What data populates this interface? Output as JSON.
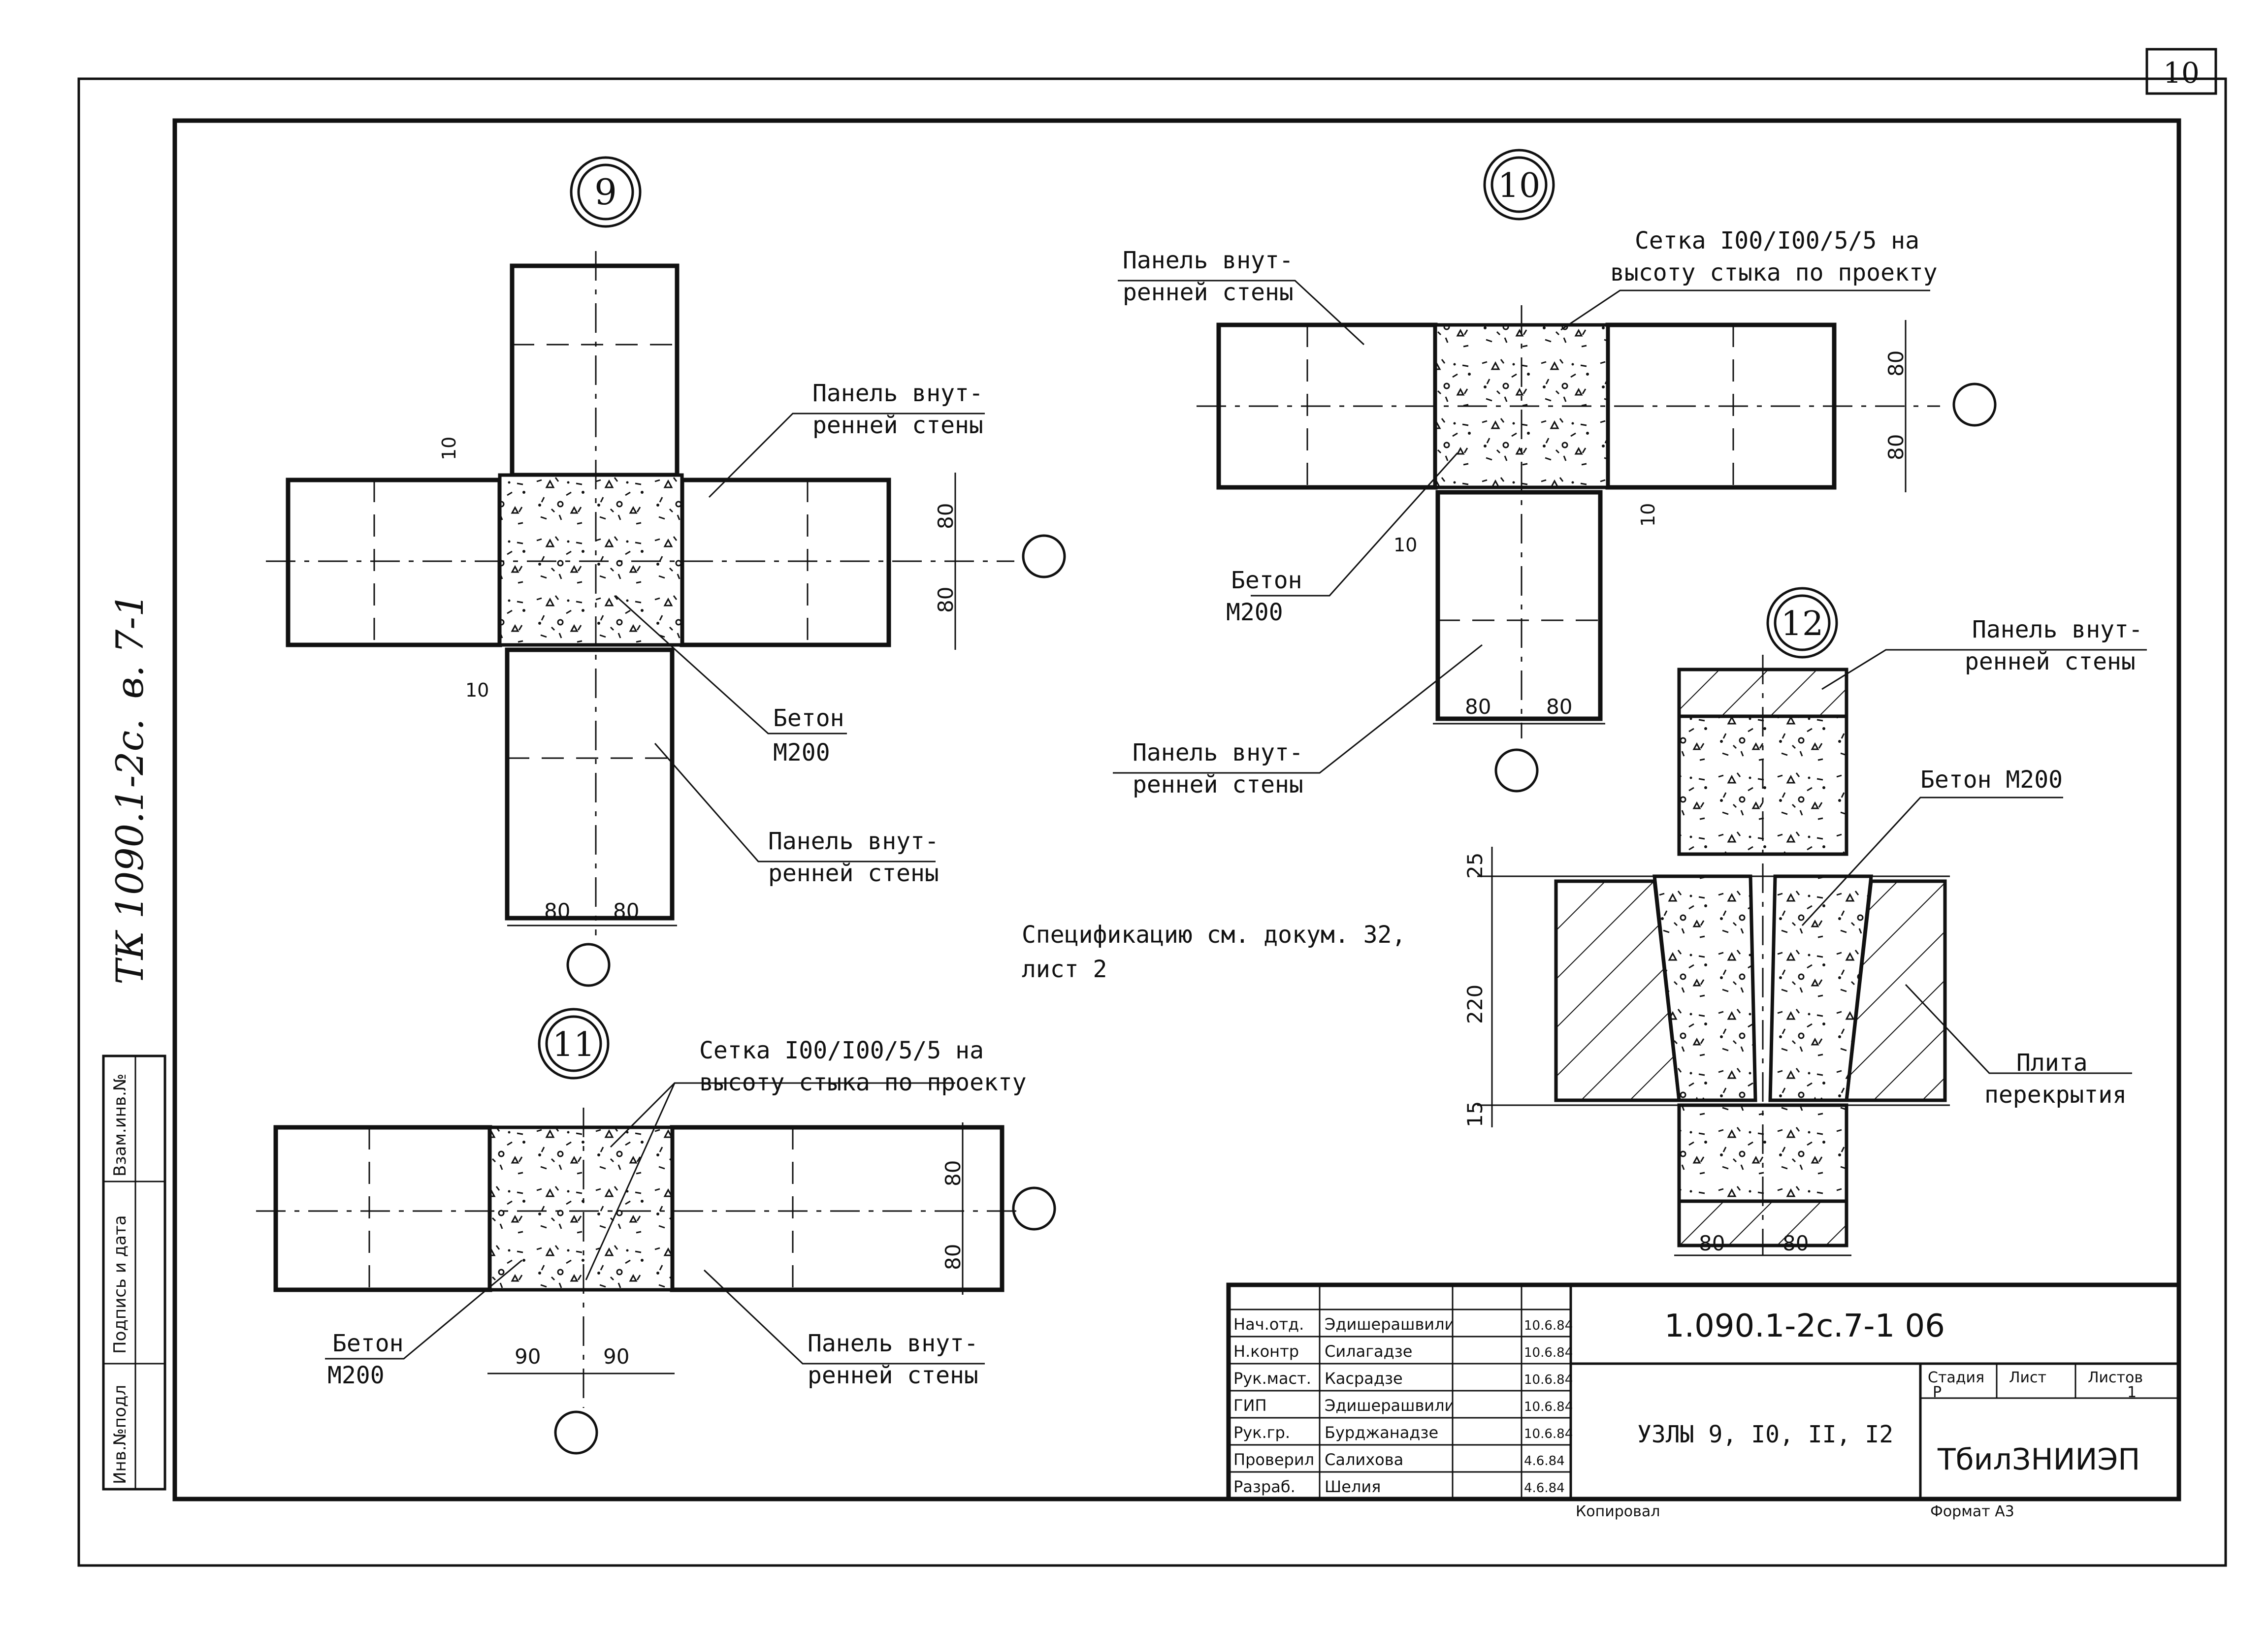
{
  "sheet": {
    "sheet_number": "10",
    "side_code": "ТК 1090.1-2с.",
    "side_code_2": "в. 7-1",
    "note_line1": "Спецификацию см. докум. 32,",
    "note_line2": "лист 2"
  },
  "node9": {
    "number": "9",
    "panel_label_l1": "Панель внут-",
    "panel_label_l2": "ренней стены",
    "concrete_l1": "Бетон",
    "concrete_l2": "М200",
    "panel2_l1": "Панель внут-",
    "panel2_l2": "ренней стены",
    "dim_80": "80",
    "dim_10": "10"
  },
  "node10": {
    "number": "10",
    "panel_label_l1": "Панель внут-",
    "panel_label_l2": "ренней стены",
    "mesh_l1": "Сетка I00/I00/5/5 на",
    "mesh_l2": "высоту стыка по проекту",
    "concrete_l1": "Бетон",
    "concrete_l2": "М200",
    "panel2_l1": "Панель внут-",
    "panel2_l2": "ренней стены",
    "dim_80": "80",
    "dim_10": "10"
  },
  "node11": {
    "number": "11",
    "mesh_l1": "Сетка I00/I00/5/5 на",
    "mesh_l2": "высоту стыка по проекту",
    "concrete_l1": "Бетон",
    "concrete_l2": "М200",
    "panel_label_l1": "Панель внут-",
    "panel_label_l2": "ренней стены",
    "dim_80": "80",
    "dim_90": "90"
  },
  "node12": {
    "number": "12",
    "panel_label_l1": "Панель внут-",
    "panel_label_l2": "ренней стены",
    "concrete": "Бетон М200",
    "slab_l1": "Плита",
    "slab_l2": "перекрытия",
    "dim_25": "25",
    "dim_220": "220",
    "dim_15": "15",
    "dim_80": "80"
  },
  "stamp": {
    "doc_code": "1.090.1-2с.7-1  06",
    "title": "УЗЛЫ 9, I0, II, I2",
    "org": "ТбилЗНИИЭП",
    "stage_header": "Стадия",
    "sheet_header": "Лист",
    "sheets_header": "Листов",
    "stage_value": "Р",
    "sheets_value": "1",
    "copied": "Копировал",
    "format": "Формат А3",
    "rows": [
      {
        "role": "Нач.отд.",
        "name": "Эдишерашвили",
        "date": "10.6.84"
      },
      {
        "role": "Н.контр",
        "name": "Силагадзе",
        "date": "10.6.84"
      },
      {
        "role": "Рук.маст.",
        "name": "Касрадзе",
        "date": "10.6.84"
      },
      {
        "role": "ГИП",
        "name": "Эдишерашвили",
        "date": "10.6.84"
      },
      {
        "role": "Рук.гр.",
        "name": "Бурджанадзе",
        "date": "10.6.84"
      },
      {
        "role": "Проверил",
        "name": "Салихова",
        "date": "4.6.84"
      },
      {
        "role": "Разраб.",
        "name": "Шелия",
        "date": "4.6.84"
      }
    ]
  },
  "side_table": {
    "col1": "Взам.инв.№",
    "col2": "Подпись и дата",
    "col3": "Инв.№подл"
  }
}
